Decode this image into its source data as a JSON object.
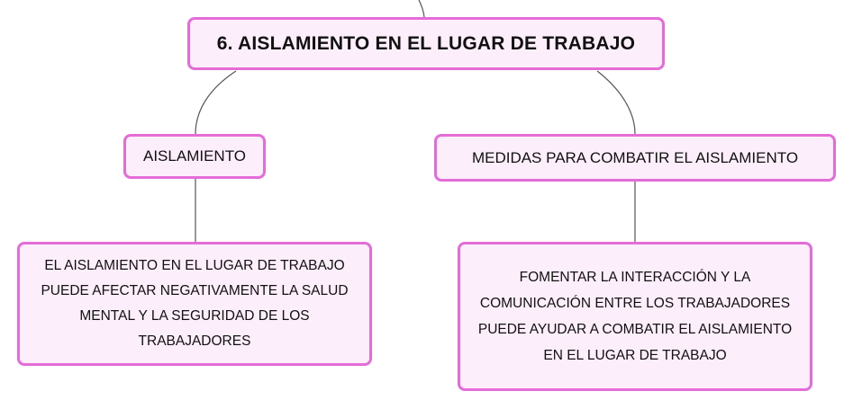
{
  "diagram": {
    "root": {
      "label": "6. AISLAMIENTO EN EL LUGAR DE TRABAJO"
    },
    "left_branch": {
      "label": "AISLAMIENTO",
      "detail": "EL AISLAMIENTO EN EL LUGAR DE TRABAJO PUEDE AFECTAR NEGATIVAMENTE LA SALUD MENTAL Y LA SEGURIDAD DE LOS TRABAJADORES"
    },
    "right_branch": {
      "label": "MEDIDAS PARA COMBATIR EL AISLAMIENTO",
      "detail": "FOMENTAR LA INTERACCIÓN Y LA COMUNICACIÓN ENTRE LOS TRABAJADORES PUEDE AYUDAR A COMBATIR EL AISLAMIENTO EN EL LUGAR DE TRABAJO"
    }
  },
  "colors": {
    "node_border": "#e46cd8",
    "node_fill": "#fdeefb",
    "connector": "#555555",
    "text": "#111111"
  }
}
